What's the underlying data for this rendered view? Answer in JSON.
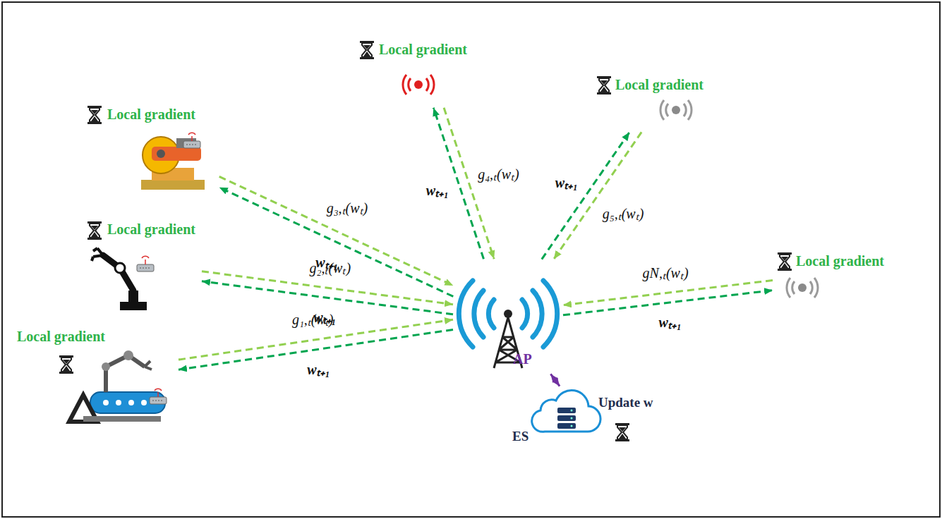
{
  "diagram": {
    "nodes": [
      {
        "text": [
          "Local gradient"
        ]
      },
      {
        "text": [
          "Local gradient"
        ]
      },
      {
        "text": [
          "Local gradient"
        ]
      },
      {
        "text": [
          "Local gradient"
        ]
      },
      {
        "text": [
          "Local gradient"
        ]
      },
      {
        "text": [
          "Local gradient"
        ]
      },
      {
        "text": [
          "AP"
        ]
      },
      {
        "text": [
          "ES",
          "Update w"
        ]
      }
    ],
    "edges": [
      {
        "from": 0,
        "to": 6,
        "arrow": "to",
        "label": "g₁,ₜ(wₜ)"
      },
      {
        "from": 6,
        "to": 0,
        "arrow": "to",
        "label": "wₜ₊₁"
      },
      {
        "from": 1,
        "to": 6,
        "arrow": "to",
        "label": "g₂,ₜ(wₜ)"
      },
      {
        "from": 6,
        "to": 1,
        "arrow": "to",
        "label": "wₜ₊₁"
      },
      {
        "from": 2,
        "to": 6,
        "arrow": "to",
        "label": "g₃,ₜ(wₜ)"
      },
      {
        "from": 6,
        "to": 2,
        "arrow": "to",
        "label": "wₜ₊₁"
      },
      {
        "from": 3,
        "to": 6,
        "arrow": "to",
        "label": "g₄,ₜ(wₜ)"
      },
      {
        "from": 6,
        "to": 3,
        "arrow": "to",
        "label": "wₜ₊₁"
      },
      {
        "from": 4,
        "to": 6,
        "arrow": "to",
        "label": "g₅,ₜ(wₜ)"
      },
      {
        "from": 6,
        "to": 4,
        "arrow": "to",
        "label": "wₜ₊₁"
      },
      {
        "from": 5,
        "to": 6,
        "arrow": "to",
        "label": "gN,ₜ(wₜ)"
      },
      {
        "from": 6,
        "to": 5,
        "arrow": "to",
        "label": "wₜ₊₁"
      },
      {
        "from": 6,
        "to": 7,
        "arrow": "both"
      }
    ]
  }
}
